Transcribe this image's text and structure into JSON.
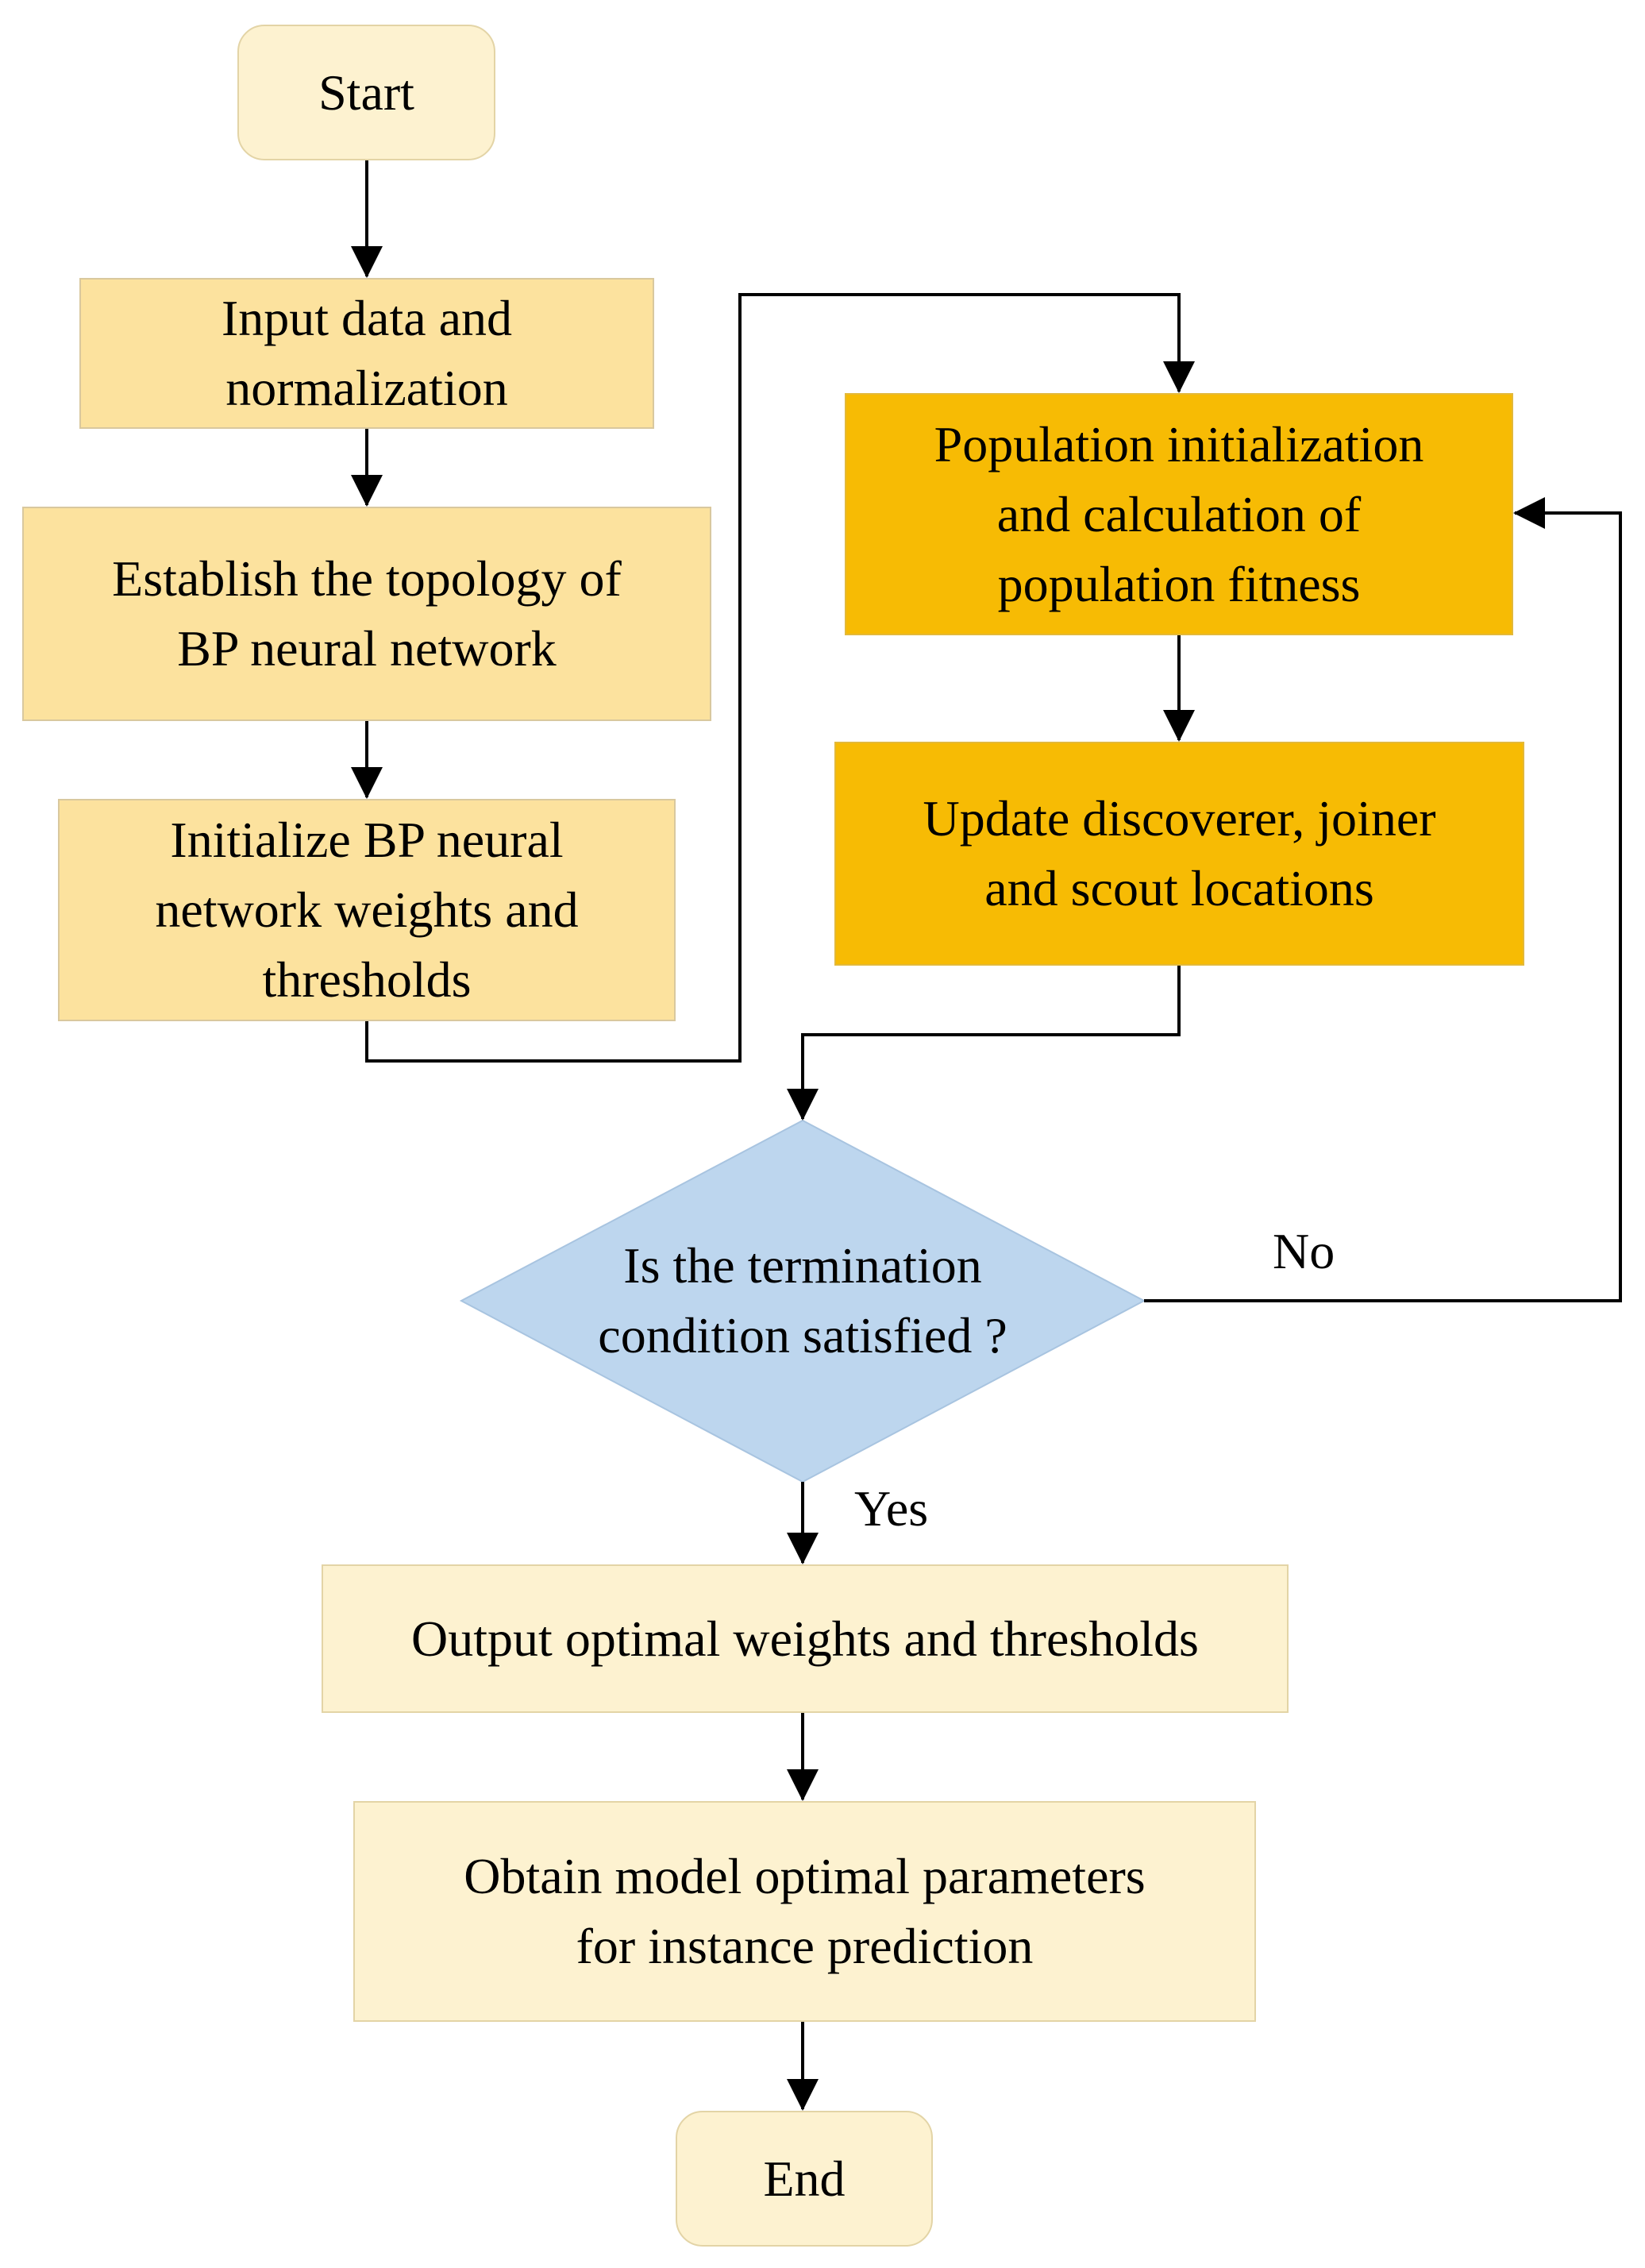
{
  "colors": {
    "terminal_fill": "#fdf2d0",
    "prep_fill": "#fce29e",
    "process_fill": "#f7bb04",
    "decision_fill": "#bdd6ee",
    "output_fill": "#fdf2d0",
    "line": "#000000"
  },
  "nodes": {
    "start": "Start",
    "input": "Input data and\nnormalization",
    "topology": "Establish the topology of\nBP neural network",
    "init_weights": "Initialize BP neural\nnetwork weights and\nthresholds",
    "population": "Population initialization\nand calculation of\npopulation fitness",
    "update": "Update discoverer, joiner\nand scout locations",
    "decision": "Is the termination\ncondition satisfied ?",
    "output": "Output optimal weights and thresholds",
    "obtain": "Obtain model optimal parameters\nfor instance prediction",
    "end": "End"
  },
  "edge_labels": {
    "no": "No",
    "yes": "Yes"
  }
}
